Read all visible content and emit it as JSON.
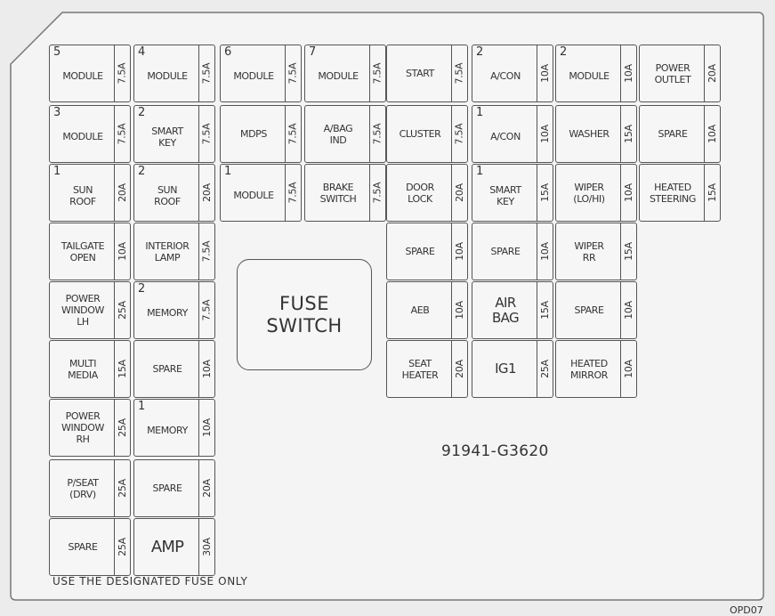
{
  "fuses": [
    {
      "id": "r1c1",
      "num": "5",
      "name": "MODULE",
      "amp": "7.5A"
    },
    {
      "id": "r1c2",
      "num": "4",
      "name": "MODULE",
      "amp": "7.5A"
    },
    {
      "id": "r1c3",
      "num": "6",
      "name": "MODULE",
      "amp": "7.5A"
    },
    {
      "id": "r1c4",
      "num": "7",
      "name": "MODULE",
      "amp": "7.5A"
    },
    {
      "id": "r1c5",
      "num": "",
      "name": "START",
      "amp": "7.5A"
    },
    {
      "id": "r1c6",
      "num": "2",
      "name": "A/CON",
      "amp": "10A"
    },
    {
      "id": "r1c7",
      "num": "2",
      "name": "MODULE",
      "amp": "10A"
    },
    {
      "id": "r1c8",
      "num": "",
      "name": "POWER\nOUTLET",
      "amp": "20A"
    },
    {
      "id": "r2c1",
      "num": "3",
      "name": "MODULE",
      "amp": "7.5A"
    },
    {
      "id": "r2c2",
      "num": "2",
      "name": "SMART\nKEY",
      "amp": "7.5A"
    },
    {
      "id": "r2c3",
      "num": "",
      "name": "MDPS",
      "amp": "7.5A"
    },
    {
      "id": "r2c4",
      "num": "",
      "name": "A/BAG\nIND",
      "amp": "7.5A"
    },
    {
      "id": "r2c5",
      "num": "",
      "name": "CLUSTER",
      "amp": "7.5A"
    },
    {
      "id": "r2c6",
      "num": "1",
      "name": "A/CON",
      "amp": "10A"
    },
    {
      "id": "r2c7",
      "num": "",
      "name": "WASHER",
      "amp": "15A"
    },
    {
      "id": "r2c8",
      "num": "",
      "name": "SPARE",
      "amp": "10A"
    },
    {
      "id": "r3c1",
      "num": "1",
      "name": "SUN\nROOF",
      "amp": "20A"
    },
    {
      "id": "r3c2",
      "num": "2",
      "name": "SUN\nROOF",
      "amp": "20A"
    },
    {
      "id": "r3c3",
      "num": "1",
      "name": "MODULE",
      "amp": "7.5A"
    },
    {
      "id": "r3c4",
      "num": "",
      "name": "BRAKE\nSWITCH",
      "amp": "7.5A"
    },
    {
      "id": "r3c5",
      "num": "",
      "name": "DOOR\nLOCK",
      "amp": "20A"
    },
    {
      "id": "r3c6",
      "num": "1",
      "name": "SMART\nKEY",
      "amp": "15A"
    },
    {
      "id": "r3c7",
      "num": "",
      "name": "WIPER\n(LO/HI)",
      "amp": "10A"
    },
    {
      "id": "r3c8",
      "num": "",
      "name": "HEATED\nSTEERING",
      "amp": "15A"
    },
    {
      "id": "r4c1",
      "num": "",
      "name": "TAILGATE\nOPEN",
      "amp": "10A"
    },
    {
      "id": "r4c2",
      "num": "",
      "name": "INTERIOR\nLAMP",
      "amp": "7.5A"
    },
    {
      "id": "r4c5",
      "num": "",
      "name": "SPARE",
      "amp": "10A"
    },
    {
      "id": "r4c6",
      "num": "",
      "name": "SPARE",
      "amp": "10A"
    },
    {
      "id": "r4c7",
      "num": "",
      "name": "WIPER\nRR",
      "amp": "15A"
    },
    {
      "id": "r5c1",
      "num": "",
      "name": "POWER\nWINDOW\nLH",
      "amp": "25A"
    },
    {
      "id": "r5c2",
      "num": "2",
      "name": "MEMORY",
      "amp": "7.5A"
    },
    {
      "id": "r5c5",
      "num": "",
      "name": "AEB",
      "amp": "10A"
    },
    {
      "id": "r5c6",
      "num": "",
      "name": "AIR\nBAG",
      "amp": "15A"
    },
    {
      "id": "r5c7",
      "num": "",
      "name": "SPARE",
      "amp": "10A"
    },
    {
      "id": "r6c1",
      "num": "",
      "name": "MULTI\nMEDIA",
      "amp": "15A"
    },
    {
      "id": "r6c2",
      "num": "",
      "name": "SPARE",
      "amp": "10A"
    },
    {
      "id": "r6c5",
      "num": "",
      "name": "SEAT\nHEATER",
      "amp": "20A"
    },
    {
      "id": "r6c6",
      "num": "",
      "name": "IG1",
      "amp": "25A"
    },
    {
      "id": "r6c7",
      "num": "",
      "name": "HEATED\nMIRROR",
      "amp": "10A"
    },
    {
      "id": "r7c1",
      "num": "",
      "name": "POWER\nWINDOW\nRH",
      "amp": "25A"
    },
    {
      "id": "r7c2",
      "num": "1",
      "name": "MEMORY",
      "amp": "10A"
    },
    {
      "id": "r8c1",
      "num": "",
      "name": "P/SEAT\n(DRV)",
      "amp": "25A"
    },
    {
      "id": "r8c2",
      "num": "",
      "name": "SPARE",
      "amp": "20A"
    },
    {
      "id": "r9c1",
      "num": "",
      "name": "SPARE",
      "amp": "25A"
    },
    {
      "id": "r9c2",
      "num": "",
      "name": "AMP",
      "amp": "30A"
    }
  ],
  "fuse_switch": "FUSE\nSWITCH",
  "part_number": "91941-G3620",
  "note": "USE THE DESIGNATED FUSE ONLY",
  "corner_code": "OPD07"
}
